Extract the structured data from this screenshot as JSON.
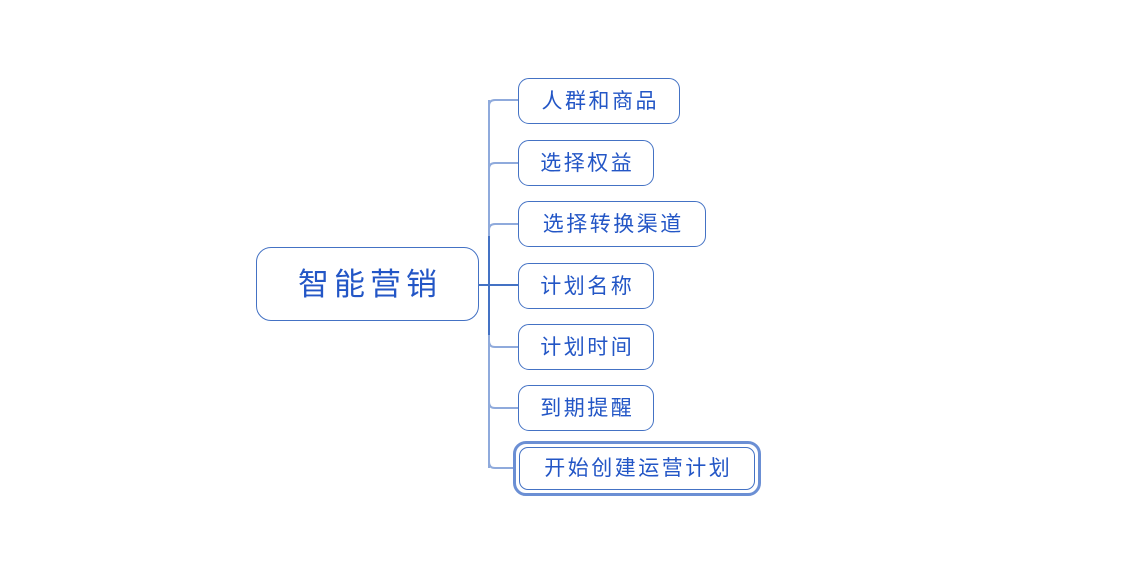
{
  "diagram": {
    "type": "mindmap",
    "title": "智能营销",
    "background_color": "#FFFFFF",
    "node_border_color": "#4472C4",
    "node_text_color": "#2356C6",
    "connector_color": "#8FAADC",
    "connector_color_strong": "#4472C4",
    "selected_outline_color": "#6B8FD4",
    "root": {
      "label": "智能营销"
    },
    "children": [
      {
        "label": "人群和商品",
        "selected": false
      },
      {
        "label": "选择权益",
        "selected": false
      },
      {
        "label": "选择转换渠道",
        "selected": false
      },
      {
        "label": "计划名称",
        "selected": false
      },
      {
        "label": "计划时间",
        "selected": false
      },
      {
        "label": "到期提醒",
        "selected": false
      },
      {
        "label": "开始创建运营计划",
        "selected": true
      }
    ]
  }
}
